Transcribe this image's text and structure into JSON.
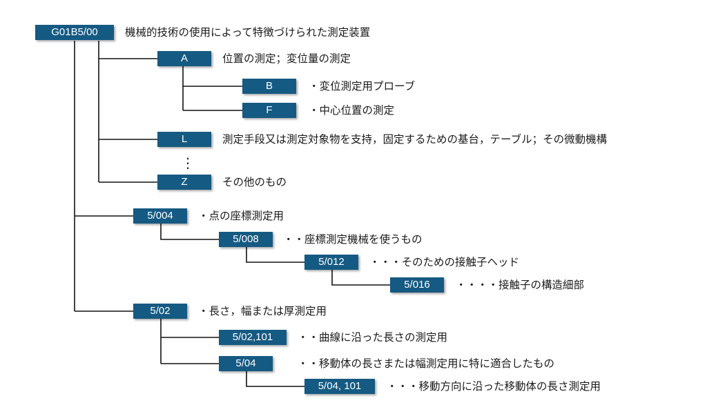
{
  "nodes": {
    "root": {
      "code": "G01B5/00",
      "desc": "機械的技術の使用によって特徴づけられた測定装置"
    },
    "a": {
      "code": "A",
      "desc": "位置の測定；変位量の測定"
    },
    "b": {
      "code": "B",
      "desc": "・変位測定用プローブ"
    },
    "f": {
      "code": "F",
      "desc": "・中心位置の測定"
    },
    "l": {
      "code": "L",
      "desc": "測定手段又は測定対象物を支持，固定するための基台，テーブル；その微動機構"
    },
    "ellipsis": "⋮",
    "z": {
      "code": "Z",
      "desc": "その他のもの"
    },
    "n5004": {
      "code": "5/004",
      "desc": "・点の座標測定用"
    },
    "n5008": {
      "code": "5/008",
      "desc": "・・座標測定機械を使うもの"
    },
    "n5012": {
      "code": "5/012",
      "desc": "・・・そのための接触子ヘッド"
    },
    "n5016": {
      "code": "5/016",
      "desc": "・・・・接触子の構造細部"
    },
    "n502": {
      "code": "5/02",
      "desc": "・長さ，幅または厚測定用"
    },
    "n502101": {
      "code": "5/02,101",
      "desc": "・・曲線に沿った長さの測定用"
    },
    "n504": {
      "code": "5/04",
      "desc": "・・移動体の長さまたは幅測定用に特に適合したもの"
    },
    "n504101": {
      "code": "5/04, 101",
      "desc": "・・・移動方向に沿った移動体の長さ測定用"
    }
  },
  "colors": {
    "node_fill": "#155a82",
    "node_text": "#ffffff",
    "connector": "#111111",
    "text": "#1a1a1a"
  }
}
